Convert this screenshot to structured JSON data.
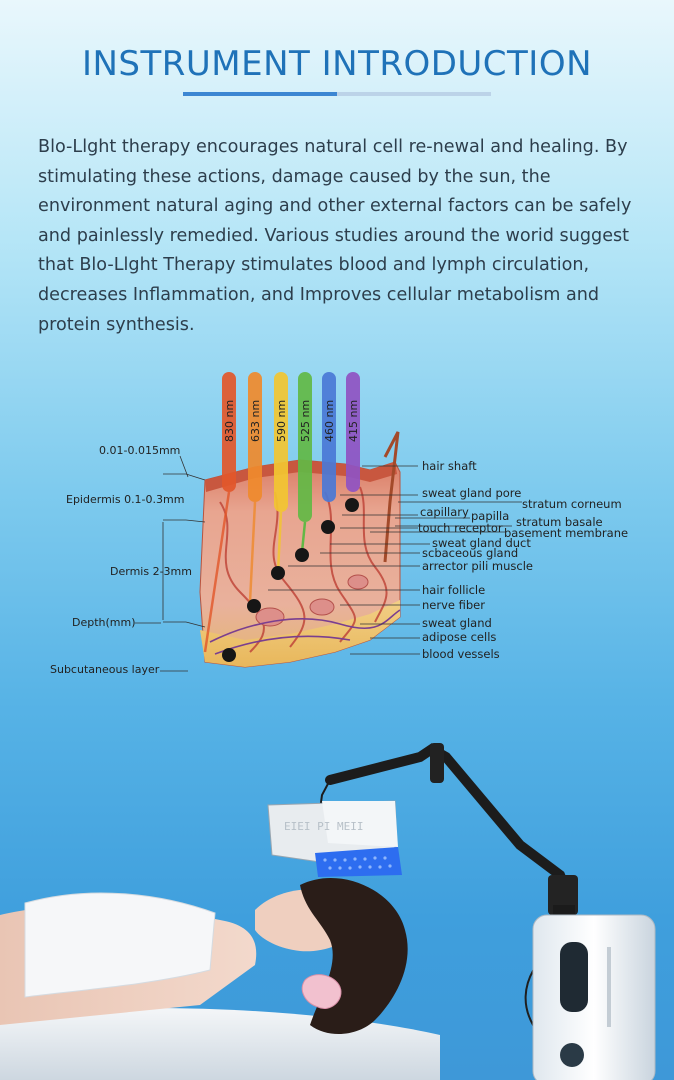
{
  "page": {
    "title": "INSTRUMENT INTRODUCTION",
    "intro_text": "Blo-Llght therapy encourages natural cell re-newal and healing. By stimulating these actions, damage caused by the sun, the environment natural aging and other external factors can be safely and painlessly remedied. Various studies around the worid suggest that Blo-Llght Therapy stimulates blood and lymph circulation, decreases Inflammation, and Improves cellular metabolism and protein synthesis."
  },
  "diagram": {
    "left_labels": {
      "thin_layer": "0.01-0.015mm",
      "epidermis": "Epidermis 0.1-0.3mm",
      "dermis": "Dermis 2-3mm",
      "depth": "Depth(mm)",
      "subcutaneous": "Subcutaneous layer"
    },
    "probes": [
      {
        "label": "830 nm",
        "color": "#e2572a"
      },
      {
        "label": "633 nm",
        "color": "#ef8a2c"
      },
      {
        "label": "590 nm",
        "color": "#f2c531"
      },
      {
        "label": "525 nm",
        "color": "#62b845"
      },
      {
        "label": "460 nm",
        "color": "#4a78d6"
      },
      {
        "label": "415 nm",
        "color": "#8f52c2"
      }
    ],
    "right_labels": {
      "hair_shaft": "hair shaft",
      "sweat_gland_pore": "sweat gland pore",
      "stratum_corneum": "stratum corneum",
      "capillary": "capillary",
      "papilla": "papilla",
      "stratum_basale": "stratum basale",
      "touch_receptor": "touch receptor",
      "basement_membrane": "basement membrane",
      "sweat_gland_duct": "sweat gland duct",
      "sebaceous_gland": "scbaceous gland",
      "arrector_pili": "arrector pili muscle",
      "hair_follicle": "hair follicle",
      "nerve_fiber": "nerve fiber",
      "sweat_gland": "sweat gland",
      "adipose_cells": "adipose cells",
      "blood_vessels": "blood vessels"
    }
  },
  "device": {
    "panel_text": "EIEI PI MEII"
  }
}
